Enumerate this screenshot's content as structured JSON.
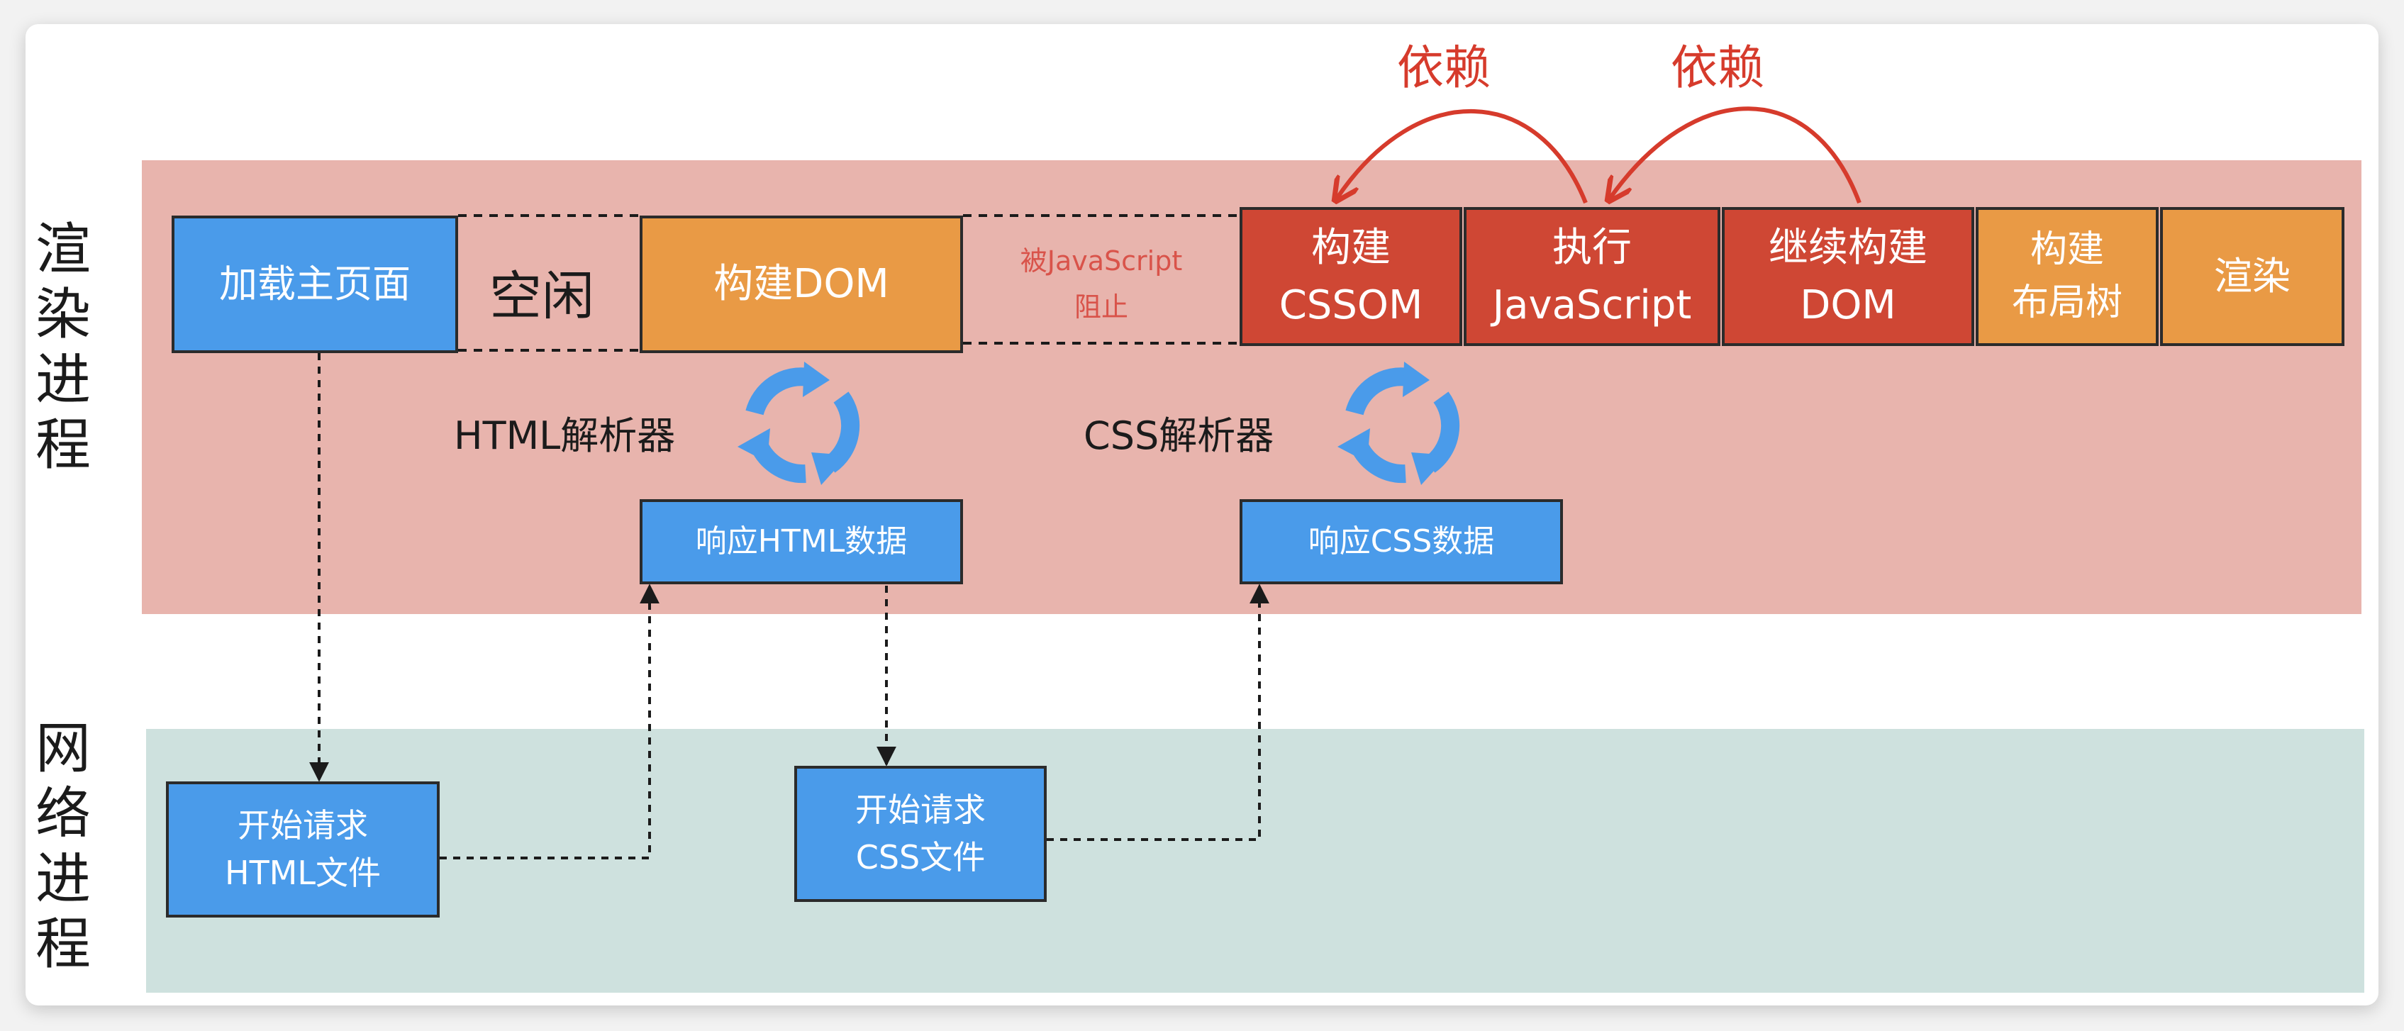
{
  "processes": {
    "render": "渲染进程",
    "network": "网络进程"
  },
  "render_row": {
    "load_main_page": "加载主页面",
    "idle": "空闲",
    "build_dom": "构建DOM",
    "blocked_by_js_line1": "被JavaScript",
    "blocked_by_js_line2": "阻止",
    "build_cssom_line1": "构建",
    "build_cssom_line2": "CSSOM",
    "exec_js_line1": "执行",
    "exec_js_line2": "JavaScript",
    "continue_dom_line1": "继续构建",
    "continue_dom_line2": "DOM",
    "build_layout_line1": "构建",
    "build_layout_line2": "布局树",
    "paint": "渲染"
  },
  "dependency_label": "依赖",
  "parsers": {
    "html_parser": "HTML解析器",
    "css_parser": "CSS解析器",
    "respond_html": "响应HTML数据",
    "respond_css": "响应CSS数据"
  },
  "network_row": {
    "request_html_line1": "开始请求",
    "request_html_line2": "HTML文件",
    "request_css_line1": "开始请求",
    "request_css_line2": "CSS文件"
  },
  "colors": {
    "blue": "#4a9bea",
    "orange": "#e99a45",
    "red": "#cf4734",
    "render_band": "#e8b4ad",
    "network_band": "#cee1de",
    "dependency_arrow": "#d63b2c"
  }
}
